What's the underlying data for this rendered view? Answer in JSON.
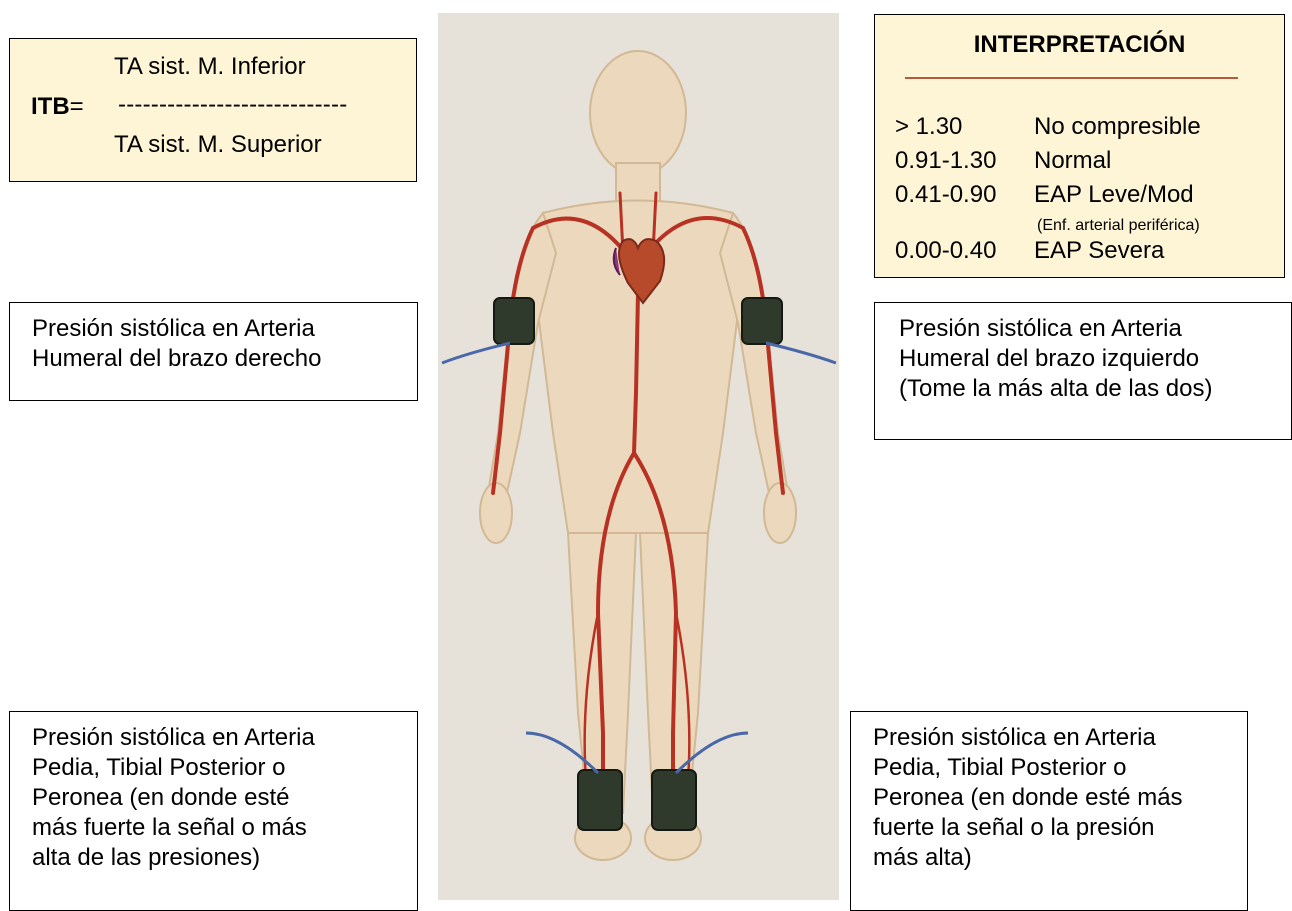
{
  "formula": {
    "lhs": "ITB",
    "equals": "=",
    "numerator": "TA sist. M. Inferior",
    "fraction_bar": "----------------------------",
    "denominator": "TA sist. M. Superior"
  },
  "interpretation": {
    "title": "INTERPRETACIÓN",
    "rows": [
      {
        "range": "> 1.30",
        "label": "No compresible"
      },
      {
        "range": "0.91-1.30",
        "label": "Normal"
      },
      {
        "range": "0.41-0.90",
        "label": "EAP Leve/Mod"
      },
      {
        "range": "0.00-0.40",
        "label": "EAP Severa"
      }
    ],
    "note": "(Enf. arterial periférica)"
  },
  "labels": {
    "top_left": [
      "Presión sistólica en Arteria",
      "Humeral del brazo derecho"
    ],
    "top_right": [
      "Presión sistólica en Arteria",
      "Humeral del brazo izquierdo",
      "(Tome la más alta de las dos)"
    ],
    "bottom_left": [
      "Presión sistólica en Arteria",
      "Pedia, Tibial Posterior o",
      "Peronea (en donde esté",
      "más fuerte la señal o más",
      "alta de las presiones)"
    ],
    "bottom_right": [
      "Presión sistólica en Arteria",
      "Pedia, Tibial Posterior o",
      "Peronea (en donde esté más",
      "fuerte la señal o la presión",
      "más alta)"
    ]
  },
  "colors": {
    "panel_bg": "#fef5d6",
    "artery": "#b83224",
    "skin": "#ecd9bd",
    "cuff": "#2f3a2c"
  }
}
